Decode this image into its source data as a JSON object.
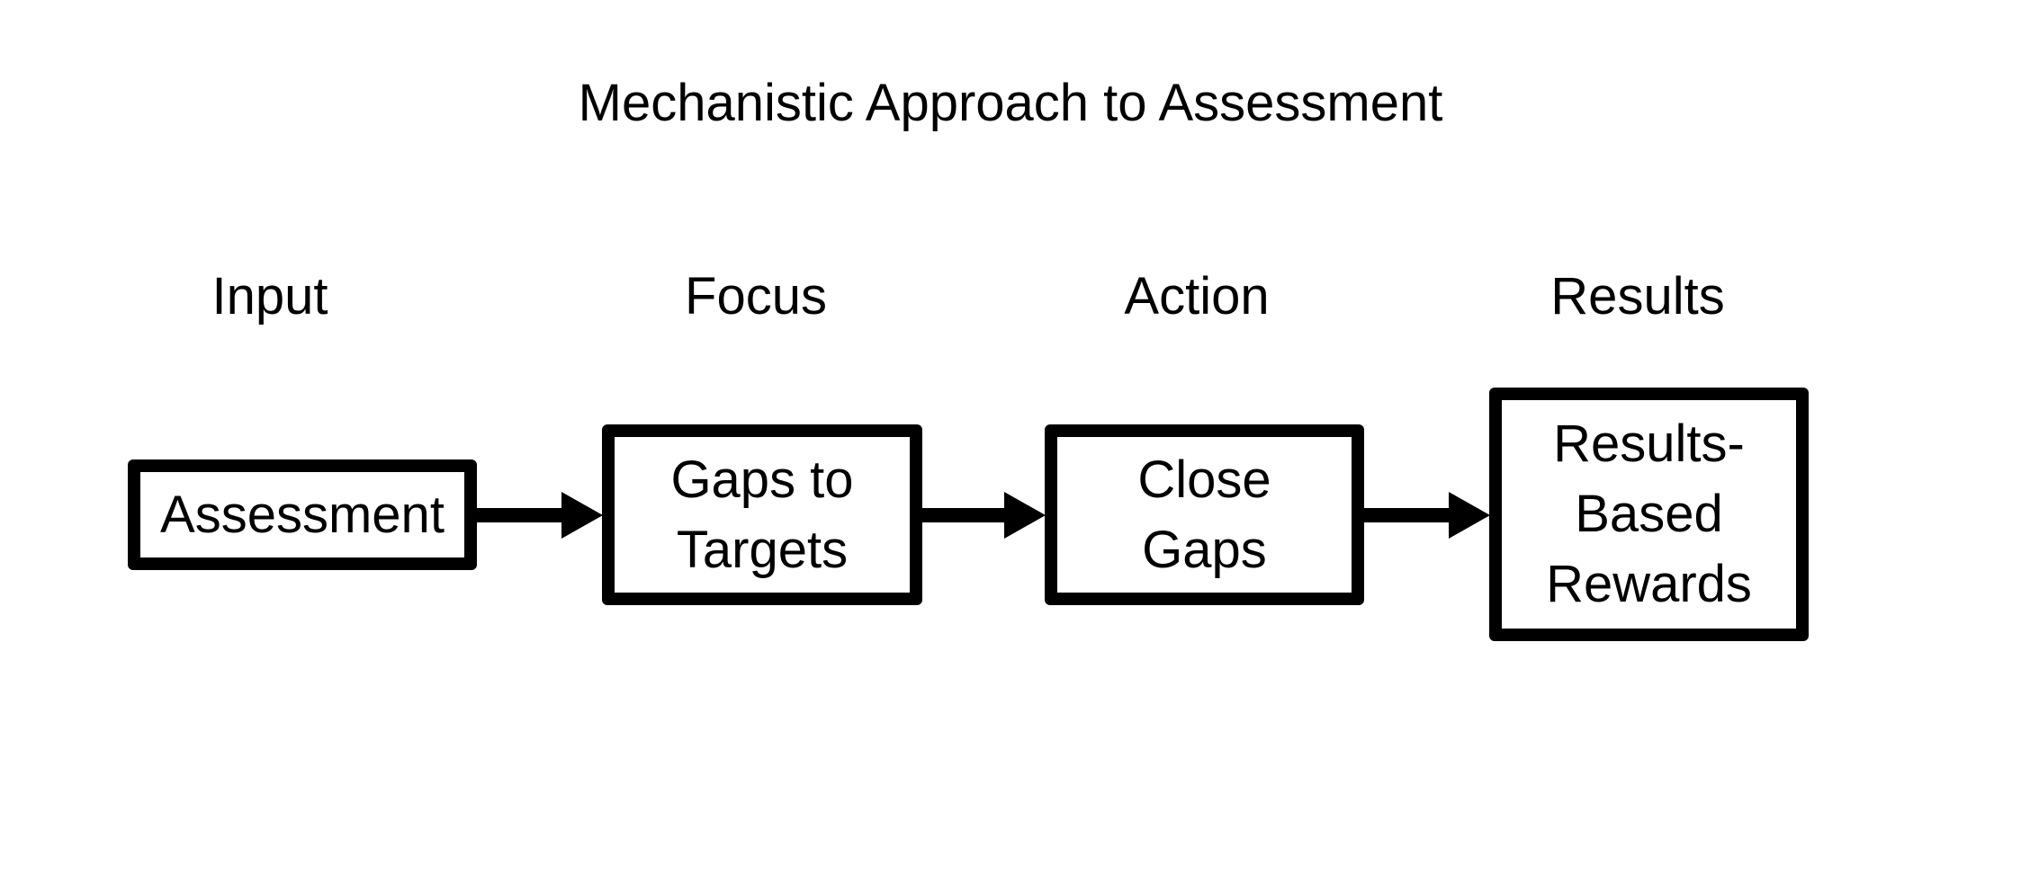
{
  "title": "Mechanistic Approach to Assessment",
  "stages": [
    {
      "label": "Input",
      "box_text": "Assessment"
    },
    {
      "label": "Focus",
      "box_text": "Gaps to\nTargets"
    },
    {
      "label": "Action",
      "box_text": "Close\nGaps"
    },
    {
      "label": "Results",
      "box_text": "Results-\nBased\nRewards"
    }
  ],
  "arrows": [
    {
      "from": "Assessment",
      "to": "Gaps to Targets"
    },
    {
      "from": "Gaps to Targets",
      "to": "Close Gaps"
    },
    {
      "from": "Close Gaps",
      "to": "Results-Based Rewards"
    }
  ],
  "colors": {
    "background": "#ffffff",
    "ink": "#000000"
  }
}
